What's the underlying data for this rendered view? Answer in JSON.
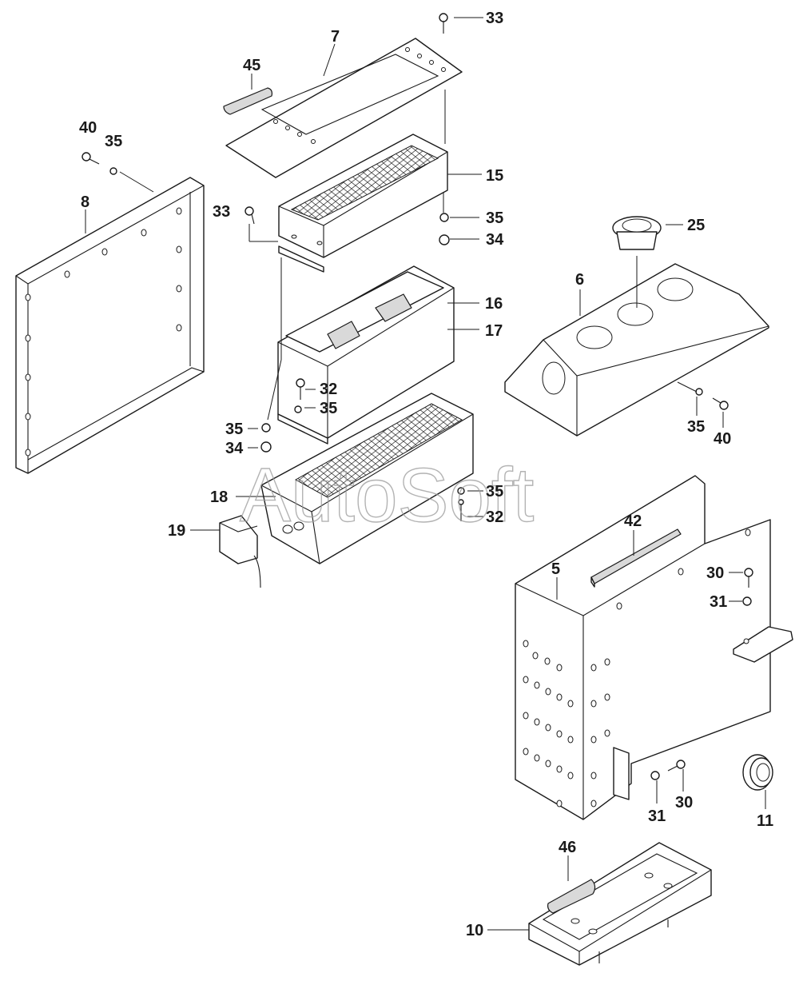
{
  "watermark": "AutoSoft",
  "callouts": {
    "c33a": "33",
    "c7": "7",
    "c45": "45",
    "c40a": "40",
    "c35a": "35",
    "c8": "8",
    "c15": "15",
    "c33b": "33",
    "c35b": "35",
    "c34a": "34",
    "c25": "25",
    "c6": "6",
    "c16": "16",
    "c17": "17",
    "c32a": "32",
    "c35c": "35",
    "c35d": "35",
    "c34b": "34",
    "c35e": "35",
    "c40b": "40",
    "c18": "18",
    "c35f": "35",
    "c32b": "32",
    "c19": "19",
    "c42": "42",
    "c5": "5",
    "c30a": "30",
    "c31a": "31",
    "c31b": "31",
    "c30b": "30",
    "c11": "11",
    "c46": "46",
    "c10": "10"
  }
}
